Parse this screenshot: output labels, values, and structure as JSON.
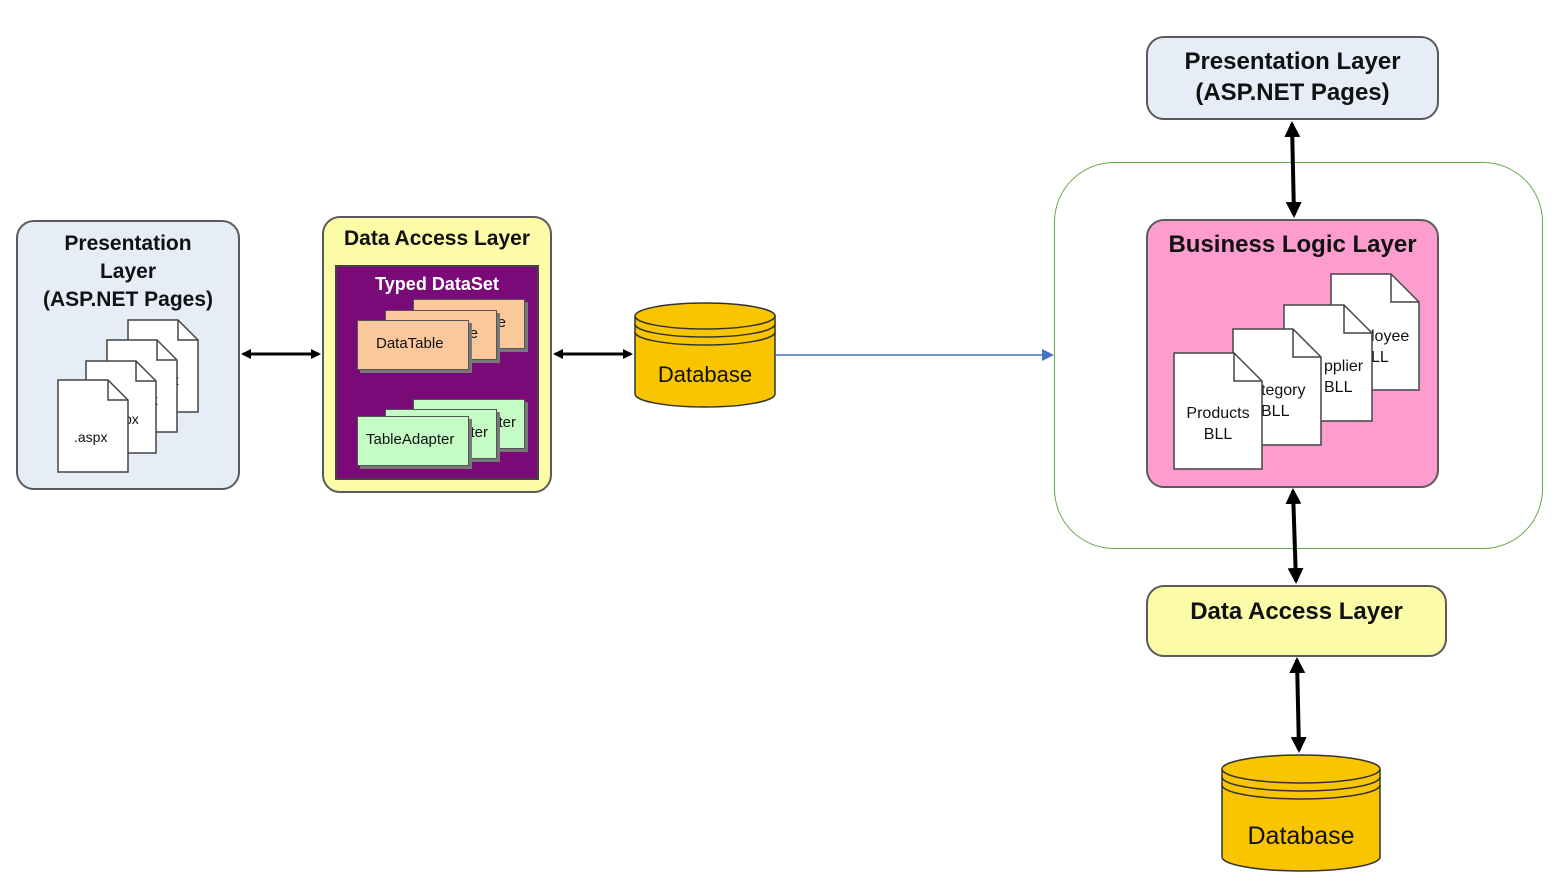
{
  "left": {
    "presentation": {
      "title": "Presentation\nLayer\n(ASP.NET Pages)",
      "pages": [
        ".aspx",
        "px",
        "x",
        "x"
      ]
    },
    "dal": {
      "title": "Data Access Layer",
      "typed_dataset": {
        "title": "Typed DataSet",
        "tables": [
          "DataTable",
          "e",
          "e"
        ],
        "adapters": [
          "TableAdapter",
          "ter",
          "ter"
        ]
      }
    },
    "database": "Database"
  },
  "right": {
    "presentation": {
      "title": "Presentation Layer\n(ASP.NET Pages)"
    },
    "bll": {
      "title": "Business Logic Layer",
      "docs": [
        "Products\nBLL",
        "tegory\nBLL",
        "pplier\nBLL",
        "loyee\nLL"
      ]
    },
    "dal": {
      "title": "Data Access Layer"
    },
    "database": "Database"
  },
  "colors": {
    "presentation_fill": "#e6edf7",
    "dal_fill": "#fbfba8",
    "typed_dataset_fill": "#7a0a78",
    "datatable_fill": "#fbc89c",
    "tableadapter_fill": "#c4fcc4",
    "bll_fill": "#fd9ccf",
    "database_fill": "#f9c400",
    "bll_group_border": "#6aa84f",
    "connector": "#4472c4"
  }
}
